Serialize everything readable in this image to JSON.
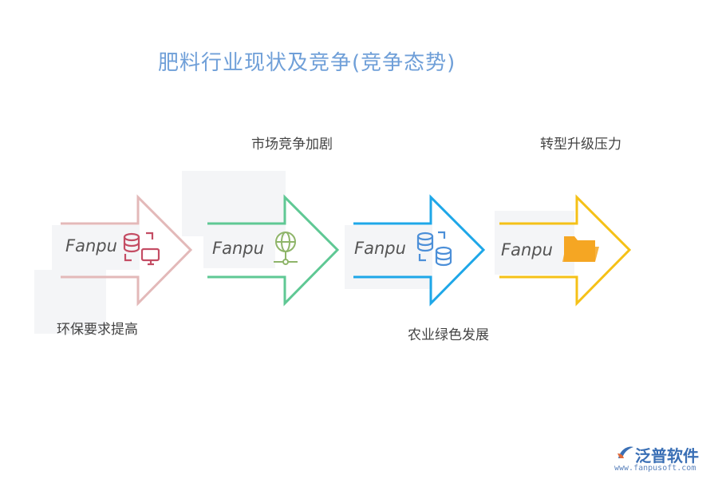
{
  "title": "肥料行业现状及竞争(竞争态势)",
  "watermark_text": "Fanpu",
  "steps": [
    {
      "label": "环保要求提高",
      "color": "#e3b9b9",
      "icon": "database-monitor-icon",
      "icon_color": "#c44d64"
    },
    {
      "label": "市场竞争加剧",
      "color": "#5fc894",
      "icon": "globe-network-icon",
      "icon_color": "#8fb56a"
    },
    {
      "label": "农业绿色发展",
      "color": "#1ea7e8",
      "icon": "database-sync-icon",
      "icon_color": "#4c8fd8"
    },
    {
      "label": "转型升级压力",
      "color": "#f5c117",
      "icon": "folder-icon",
      "icon_color": "#f5a623"
    }
  ],
  "brand": {
    "name": "泛普软件",
    "url": "www.fanpusoft.com"
  }
}
